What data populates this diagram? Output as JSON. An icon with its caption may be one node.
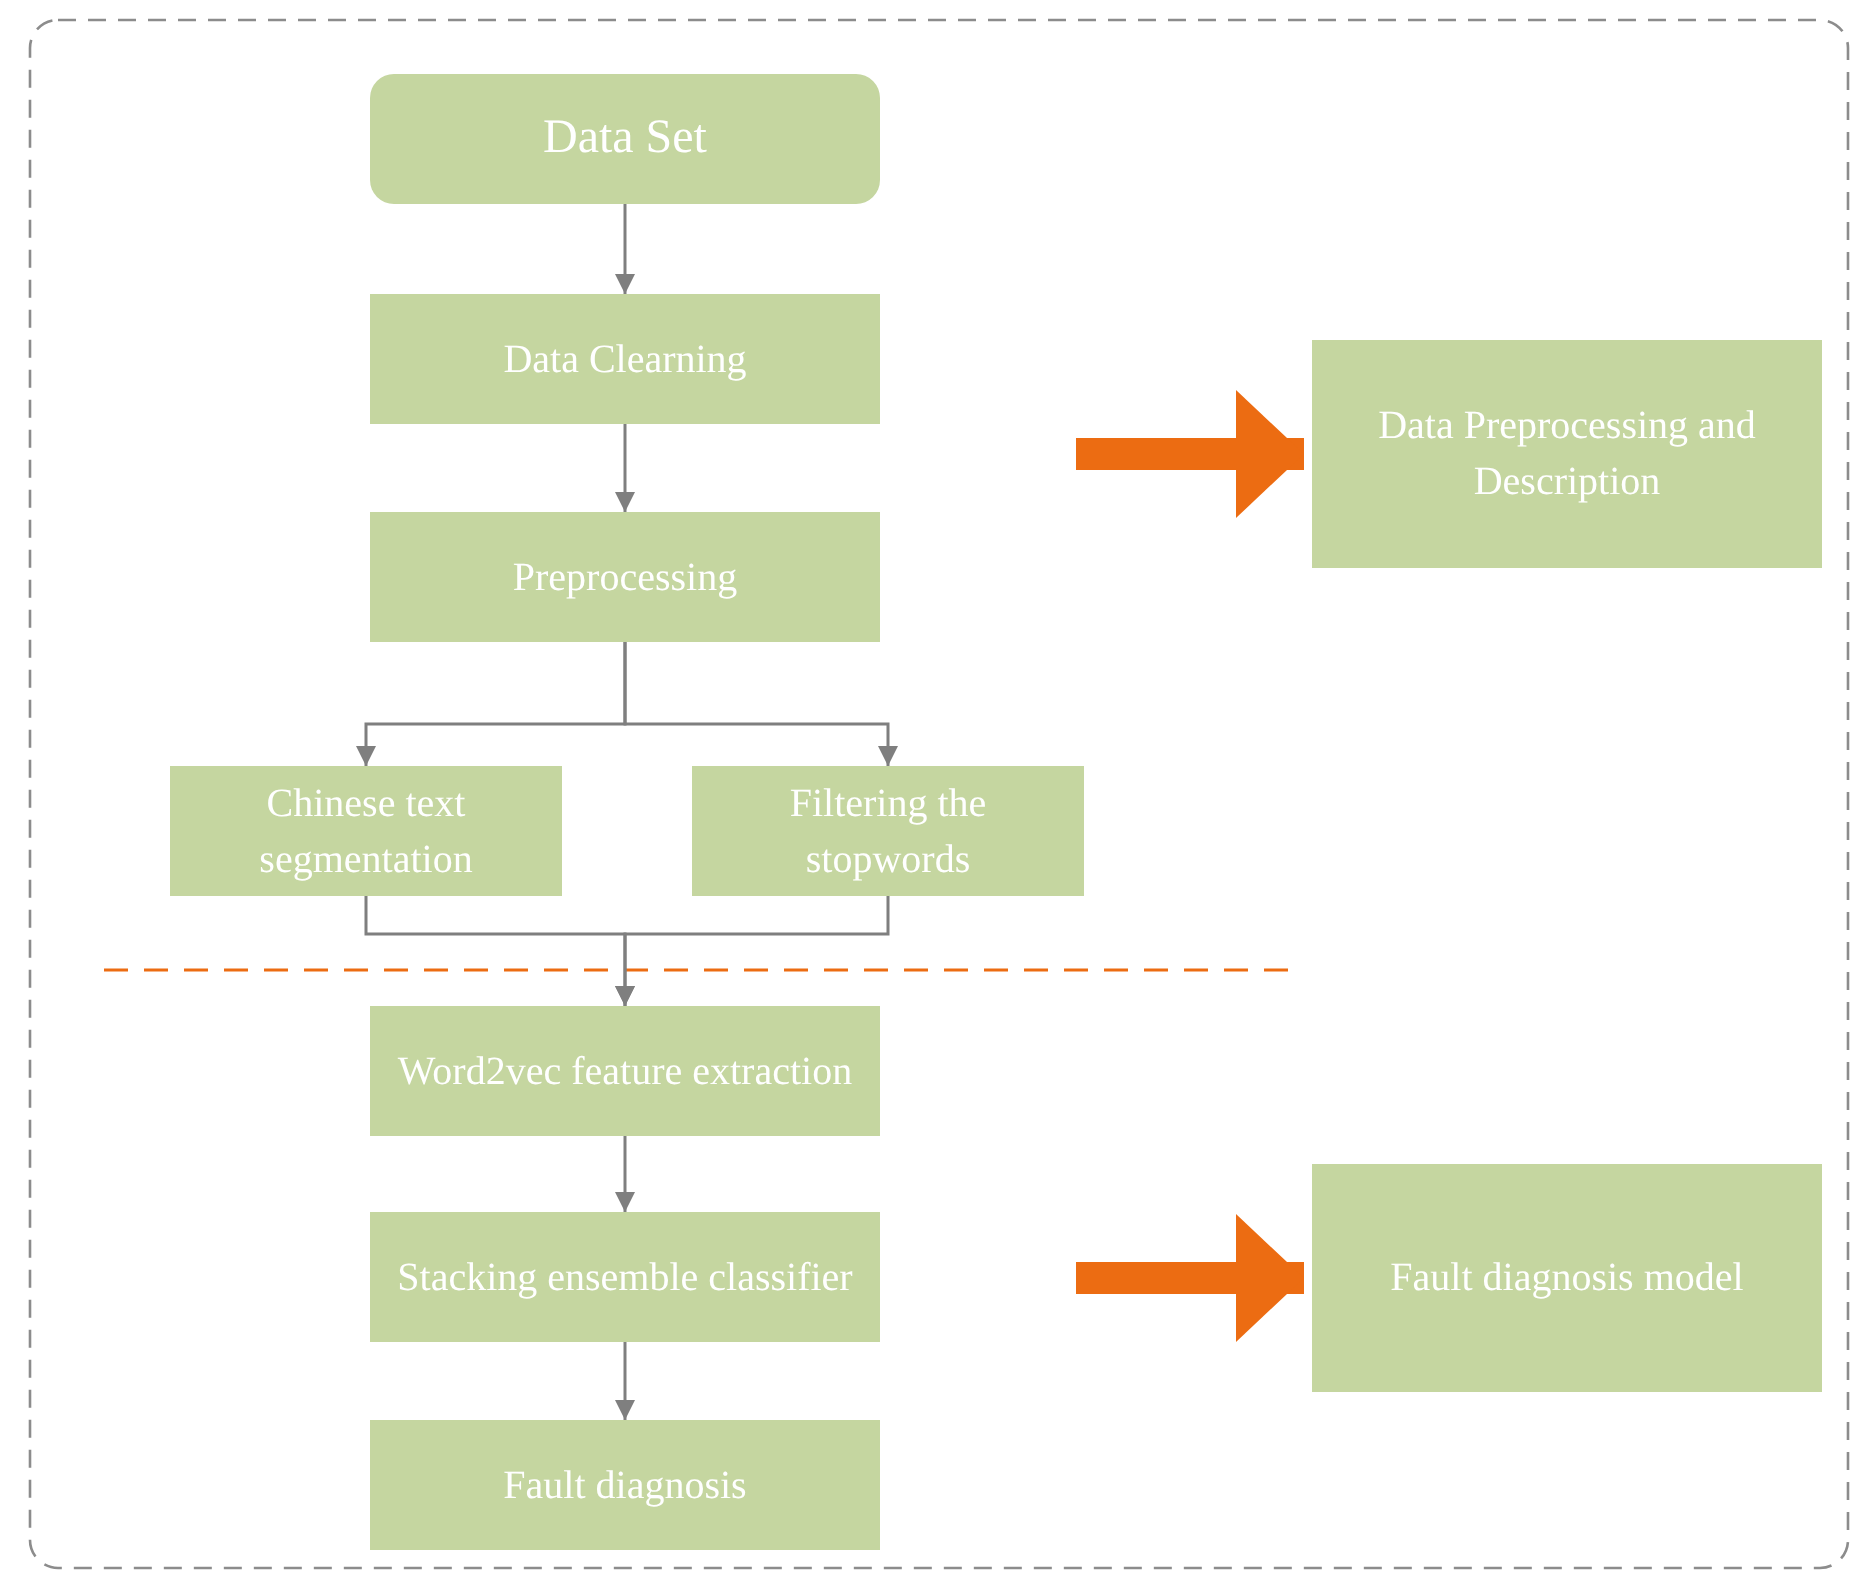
{
  "diagram": {
    "nodes": [
      {
        "text": [
          "Data Set"
        ]
      },
      {
        "text": [
          "Data Clearning"
        ]
      },
      {
        "text": [
          "Preprocessing"
        ]
      },
      {
        "text": [
          "Chinese text segmentation"
        ]
      },
      {
        "text": [
          "Filtering the stopwords"
        ]
      },
      {
        "text": [
          "Word2vec feature extraction"
        ]
      },
      {
        "text": [
          "Stacking ensemble classifier"
        ]
      },
      {
        "text": [
          "Fault diagnosis"
        ]
      },
      {
        "text": [
          "Data Preprocessing and Description"
        ]
      },
      {
        "text": [
          "Fault diagnosis model"
        ]
      }
    ],
    "edges": [
      {
        "from": 0,
        "to": 1,
        "arrow": "to"
      },
      {
        "from": 1,
        "to": 2,
        "arrow": "to"
      },
      {
        "from": 2,
        "to": 3,
        "arrow": "to"
      },
      {
        "from": 2,
        "to": 4,
        "arrow": "to"
      },
      {
        "from": 3,
        "to": 5,
        "arrow": "to"
      },
      {
        "from": 4,
        "to": 5,
        "arrow": "to"
      },
      {
        "from": 5,
        "to": 6,
        "arrow": "to"
      },
      {
        "from": 6,
        "to": 7,
        "arrow": "to"
      },
      {
        "from": null,
        "to": 8,
        "arrow": "to",
        "style": "thick",
        "color": "#ec6c12"
      },
      {
        "from": null,
        "to": 9,
        "arrow": "to",
        "style": "thick",
        "color": "#ec6c12"
      }
    ]
  }
}
